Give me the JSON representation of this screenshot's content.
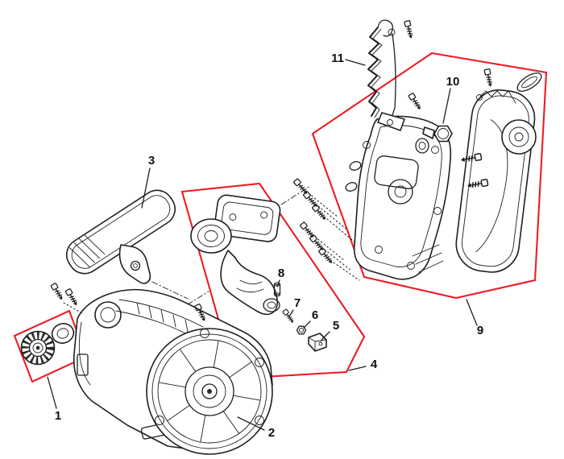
{
  "figure": {
    "kind": "exploded-parts-diagram",
    "background": "#ffffff",
    "line_color": "#1f1f1f",
    "highlight_color": "#ed1c24",
    "callouts": [
      {
        "label": "1"
      },
      {
        "label": "2"
      },
      {
        "label": "3"
      },
      {
        "label": "4"
      },
      {
        "label": "5"
      },
      {
        "label": "6"
      },
      {
        "label": "7"
      },
      {
        "label": "8"
      },
      {
        "label": "9"
      },
      {
        "label": "10"
      },
      {
        "label": "11"
      }
    ],
    "highlight_groups": [
      {
        "name": "group-1",
        "callouts": [
          "1"
        ]
      },
      {
        "name": "group-4",
        "callouts": [
          "4",
          "5",
          "6",
          "7",
          "8"
        ]
      },
      {
        "name": "group-9",
        "callouts": [
          "9",
          "10"
        ]
      }
    ]
  }
}
